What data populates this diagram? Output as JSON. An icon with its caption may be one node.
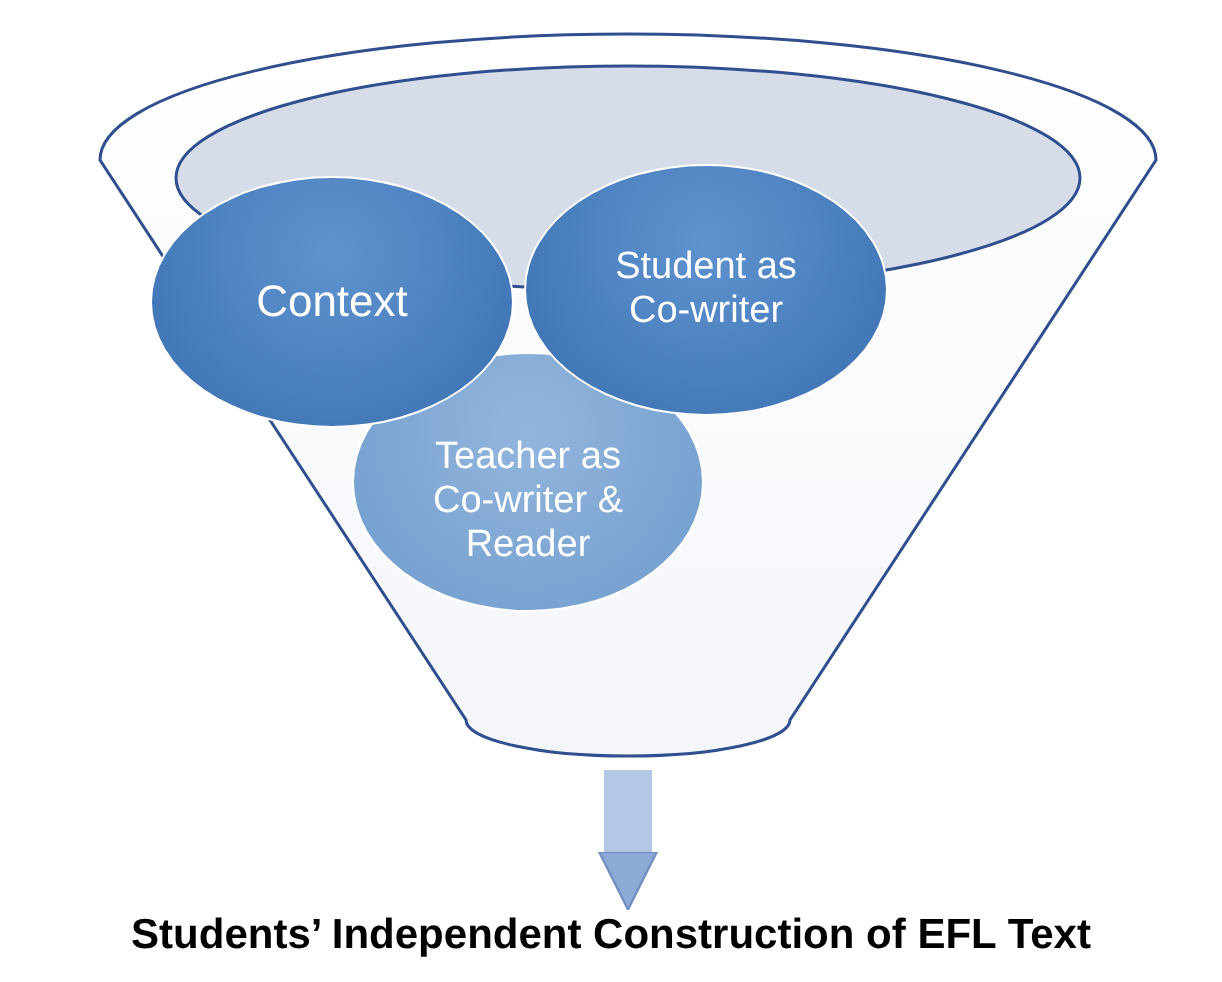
{
  "diagram": {
    "nodes": [
      {
        "text": [],
        "shape": "funnel"
      },
      {
        "text": [
          "Context"
        ],
        "in": 0
      },
      {
        "text": [
          "Student as Co-writer"
        ],
        "in": 0
      },
      {
        "text": [
          "Teacher as Co-writer & Reader"
        ],
        "in": 0
      },
      {
        "text": [
          "Students’ Independent Construction of EFL Text"
        ]
      }
    ],
    "edges": [
      {
        "from": 0,
        "to": 4,
        "arrow": "to"
      }
    ]
  }
}
